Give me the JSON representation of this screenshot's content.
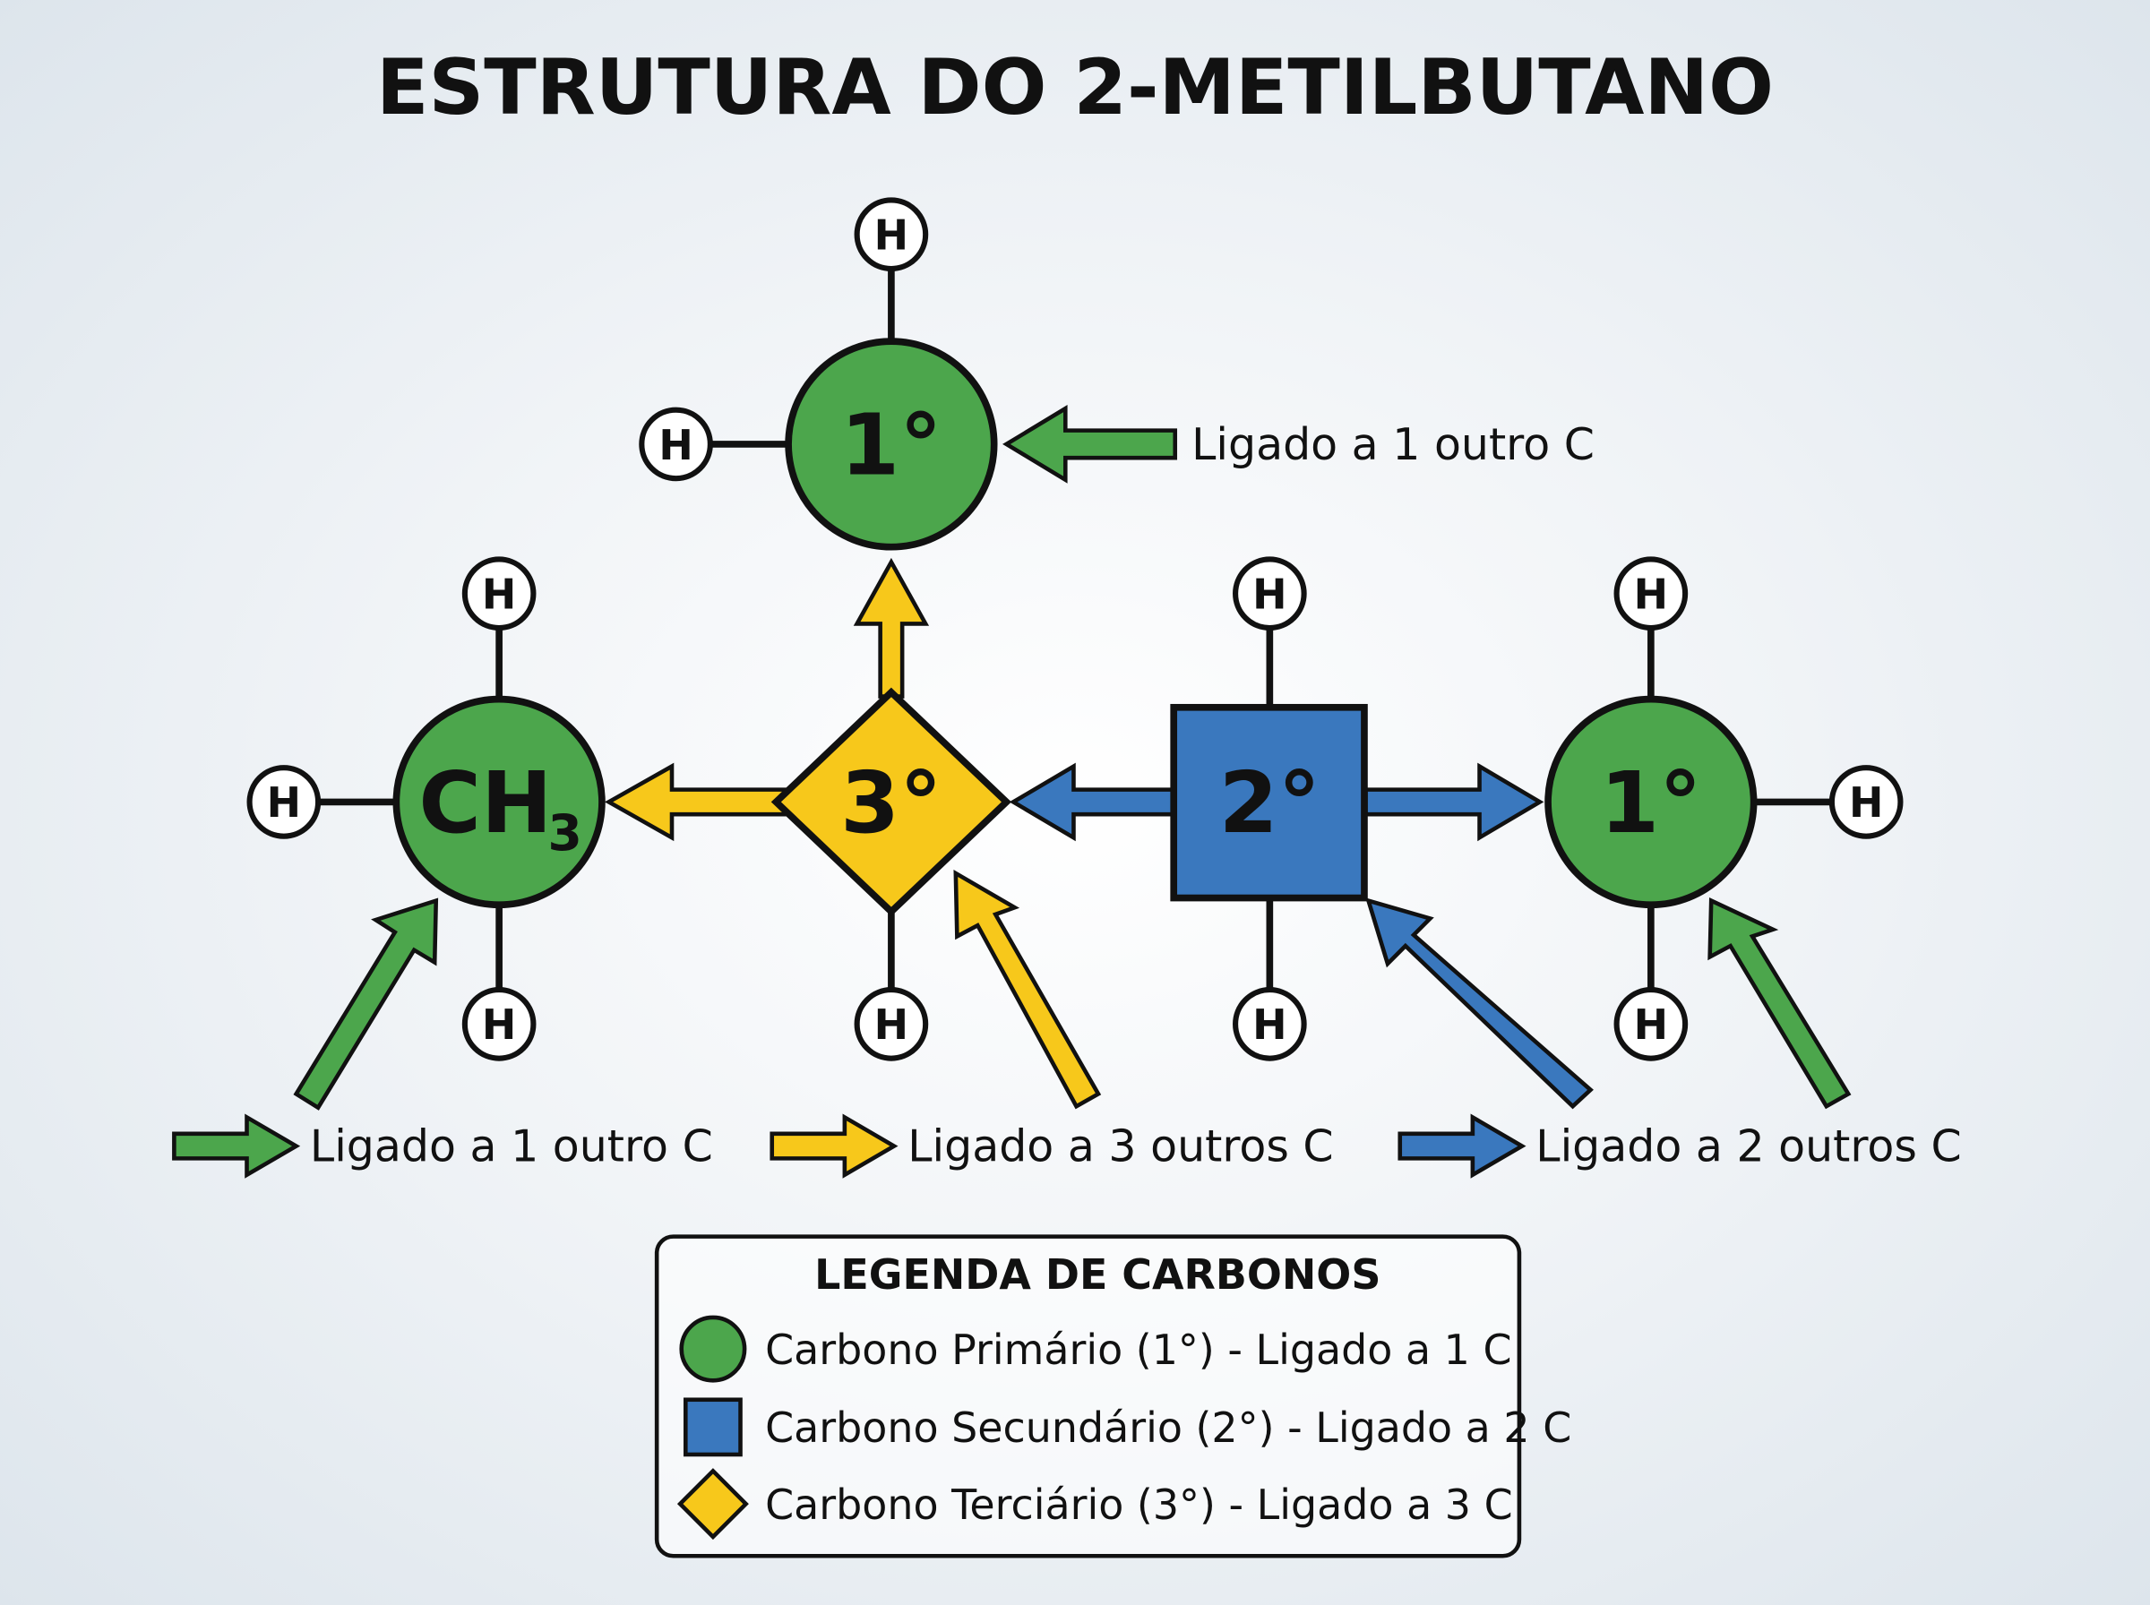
{
  "title": "ESTRUTURA DO 2-METILBUTANO",
  "colors": {
    "primary": "#4ca64c",
    "secondary": "#3a78be",
    "tertiary": "#f7c81b",
    "outline": "#111111"
  },
  "atoms": {
    "hydrogen": "H",
    "ch3": "CH",
    "ch3_subscript": "3",
    "top_primary": "1°",
    "tertiary": "3°",
    "secondary": "2°",
    "right_primary": "1°"
  },
  "annotations": {
    "top": "Ligado a 1 outro C",
    "left": "Ligado a 1 outro C",
    "middle": "Ligado a 3 outros C",
    "right": "Ligado a 2 outros C"
  },
  "legend": {
    "title": "LEGENDA DE CARBONOS",
    "items": [
      {
        "label": "Carbono Primário (1°) - Ligado a 1 C",
        "shape": "circle",
        "color": "#4ca64c"
      },
      {
        "label": "Carbono Secundário (2°) - Ligado a 2 C",
        "shape": "square",
        "color": "#3a78be"
      },
      {
        "label": "Carbono Terciário (3°) - Ligado a 3 C",
        "shape": "diamond",
        "color": "#f7c81b"
      }
    ]
  }
}
